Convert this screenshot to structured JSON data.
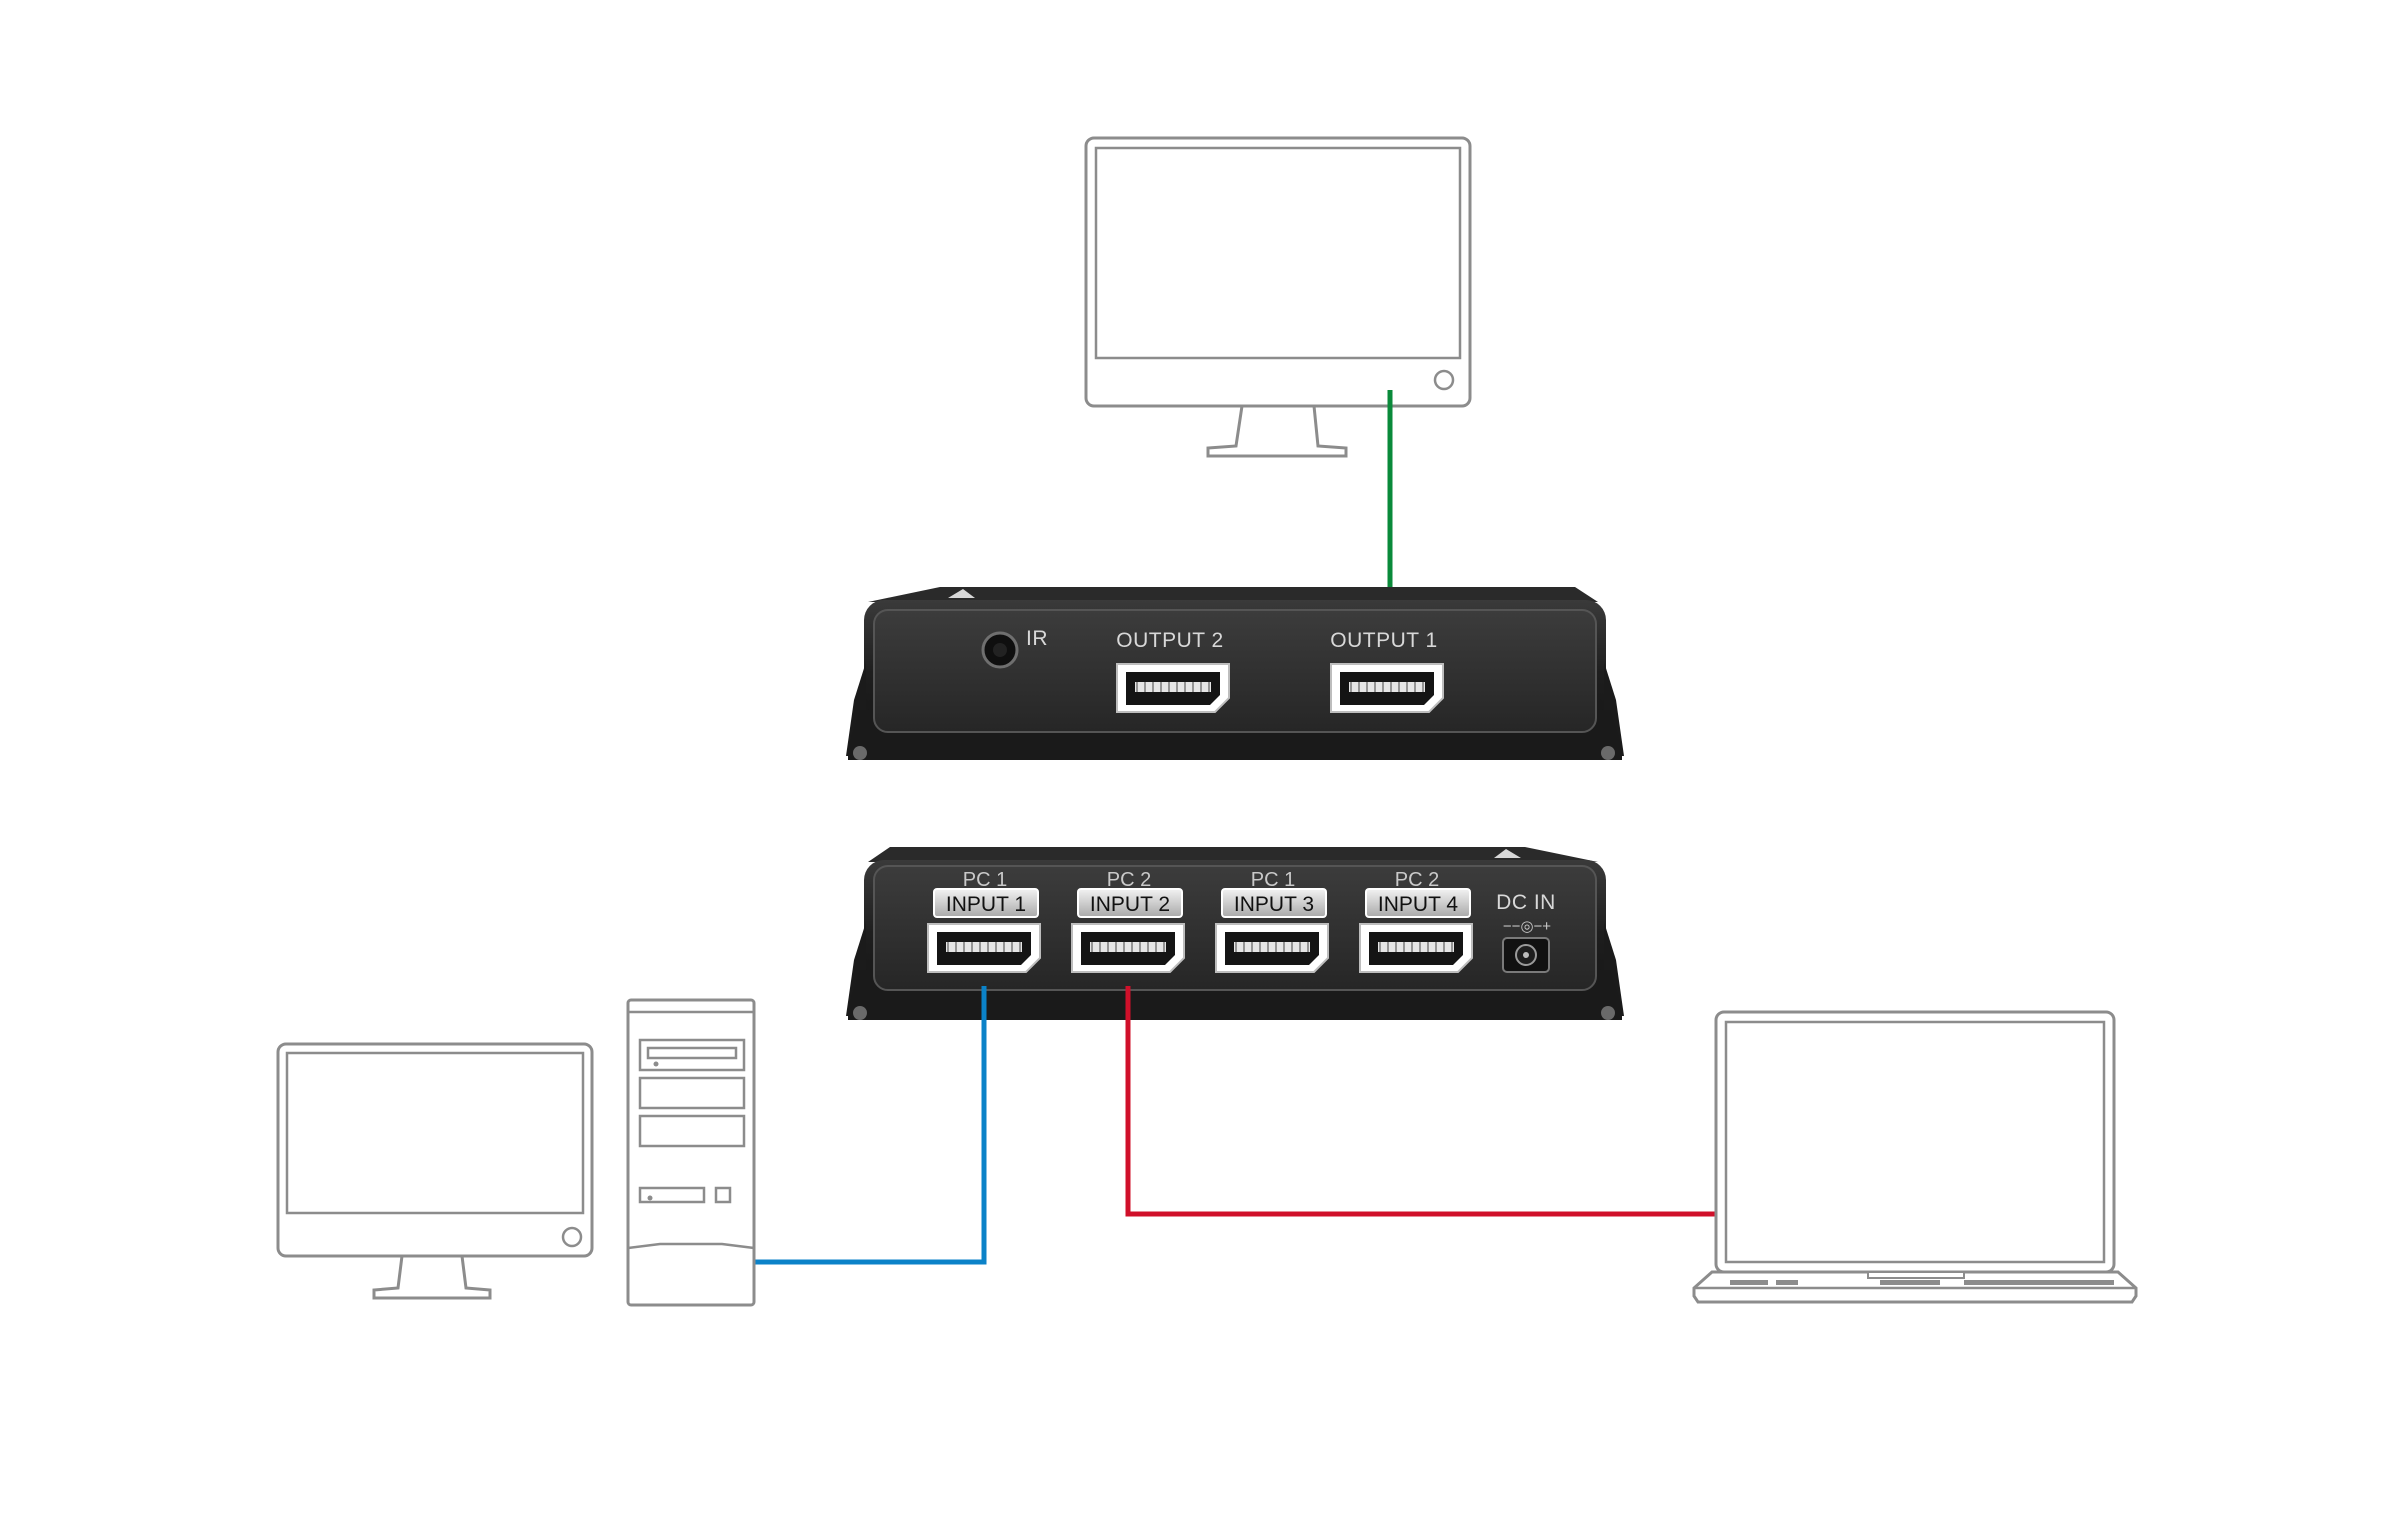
{
  "diagram": {
    "colors": {
      "green_cable": "#0a8a3a",
      "blue_cable": "#0b82c8",
      "red_cable": "#d0102a",
      "device_body": "#232323",
      "device_face": "#2e2e2e",
      "outline": "#8c8c8c"
    },
    "rear_panel": {
      "ir_label": "IR",
      "outputs": [
        "OUTPUT 2",
        "OUTPUT 1"
      ]
    },
    "front_panel": {
      "pc_labels": [
        "PC 1",
        "PC 2",
        "PC 1",
        "PC 2"
      ],
      "input_labels": [
        "INPUT 1",
        "INPUT 2",
        "INPUT 3",
        "INPUT 4"
      ],
      "dc_in_label": "DC IN",
      "polarity_label": "−−◎−+"
    },
    "devices": {
      "top_monitor_icon": "monitor-icon",
      "desktop_monitor_icon": "monitor-icon",
      "tower_icon": "pc-tower-icon",
      "laptop_icon": "laptop-icon"
    }
  }
}
